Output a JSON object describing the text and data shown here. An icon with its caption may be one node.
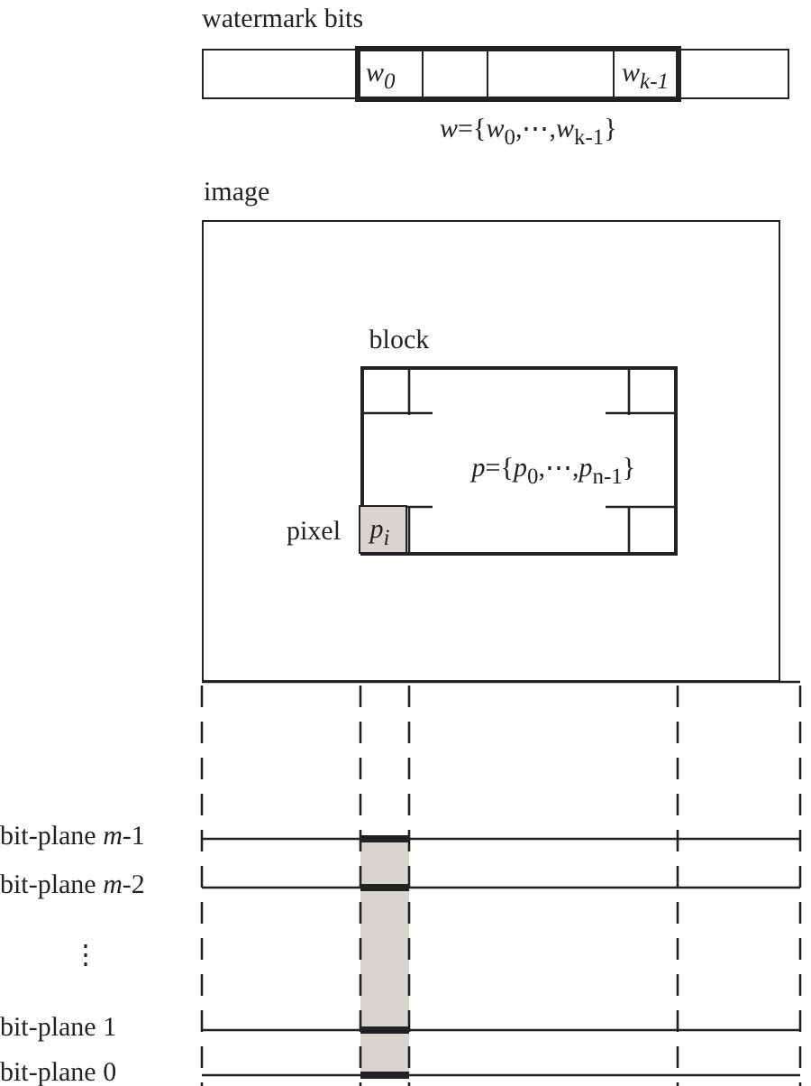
{
  "diagram": {
    "nodes": [
      {
        "text": [
          "watermark bits"
        ]
      },
      {
        "text": [],
        "shape": "box",
        "in": 0
      },
      {
        "text": [
          "*w*$_{0}$"
        ],
        "in": 0
      },
      {
        "text": [],
        "shape": "box",
        "in": 0
      },
      {
        "text": [],
        "shape": "box",
        "in": 0
      },
      {
        "text": [
          "*w*$_{k-1}$"
        ],
        "in": 0
      },
      {
        "text": [],
        "shape": "box",
        "in": 0
      },
      {
        "text": [
          "image"
        ]
      },
      {
        "text": [
          "block",
          "*p*={*p*$_{0}$,⋯,*p*$_{n-1}$}"
        ],
        "in": 7
      },
      {
        "text": [
          "*p*$_{i}$"
        ],
        "in": 8,
        "beside": [
          "pixel"
        ]
      },
      {
        "text": [],
        "shape": "bar"
      }
    ],
    "edges": [],
    "labels": [
      "*w*={*w*$_{0}$,⋯,*w*$_{k-1}$}",
      "bit-plane *m*-1",
      "bit-plane *m*-2",
      "⋮",
      "bit-plane 1",
      "bit-plane 0"
    ]
  }
}
